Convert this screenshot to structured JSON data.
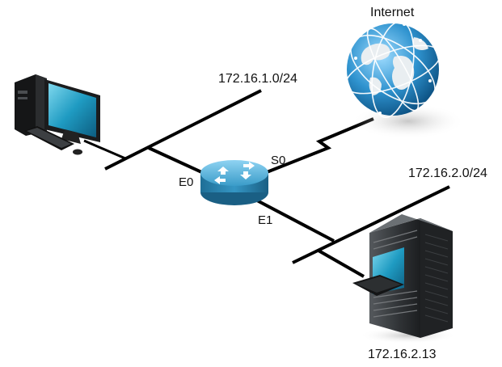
{
  "labels": {
    "internet": "Internet",
    "network1": "172.16.1.0/24",
    "network2": "172.16.2.0/24",
    "server_ip": "172.16.2.13",
    "iface_e0": "E0",
    "iface_e1": "E1",
    "iface_s0": "S0"
  },
  "colors": {
    "line": "#000000",
    "router_body": "#2e8bb8",
    "router_top": "#5fb6de",
    "globe_ocean": "#3aa0d8",
    "globe_land": "#e8eef2",
    "server_rack": "#3a3d40",
    "screen": "#2aa5c9"
  },
  "icons": {
    "pc": "desktop-computer-icon",
    "router": "router-icon",
    "globe": "internet-globe-icon",
    "server": "server-rack-icon"
  }
}
